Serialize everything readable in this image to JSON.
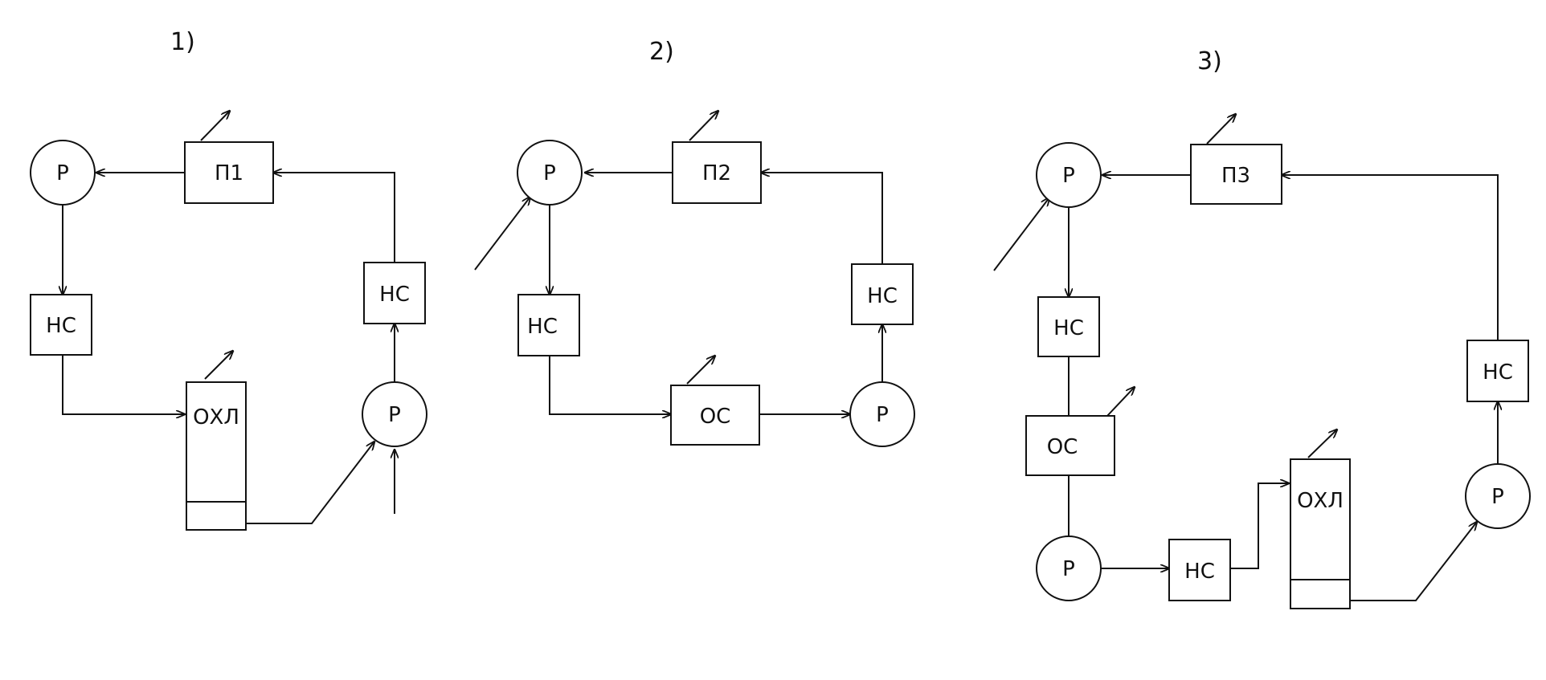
{
  "diagram": {
    "labels": [
      "1)",
      "2)",
      "3)"
    ],
    "node_text": {
      "pump": "Р",
      "accumulator": "НС",
      "chiller": "ОХЛ",
      "cooling_tower": "ОС",
      "consumer1": "П1",
      "consumer2": "П2",
      "consumer3": "П3"
    }
  }
}
